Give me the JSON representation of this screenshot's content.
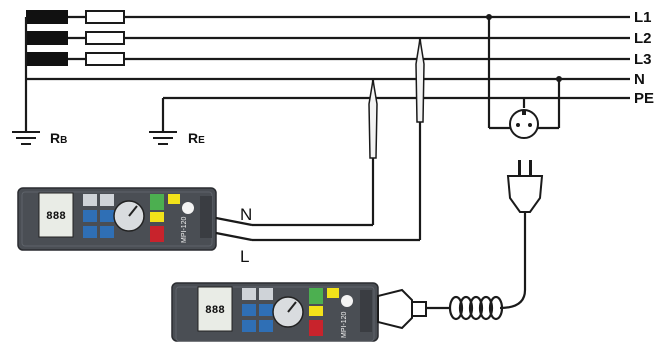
{
  "busbars": [
    {
      "id": "L1",
      "label": "L1"
    },
    {
      "id": "L2",
      "label": "L2"
    },
    {
      "id": "L3",
      "label": "L3"
    },
    {
      "id": "N",
      "label": "N"
    },
    {
      "id": "PE",
      "label": "PE"
    }
  ],
  "grounds": [
    {
      "id": "RB",
      "main": "R",
      "sub": "B"
    },
    {
      "id": "RE",
      "main": "R",
      "sub": "E"
    }
  ],
  "meter_top": {
    "model": "MPI-120",
    "lead_n_label": "N",
    "lead_l_label": "L"
  },
  "meter_bottom": {
    "model": "MPI-120"
  },
  "colors": {
    "wire": "#1a1a1a",
    "meter_body": "#4a4e54",
    "key_blue": "#2f6fb5",
    "key_green": "#4caf50",
    "key_yellow": "#f2e21a",
    "key_red": "#c8232c"
  }
}
